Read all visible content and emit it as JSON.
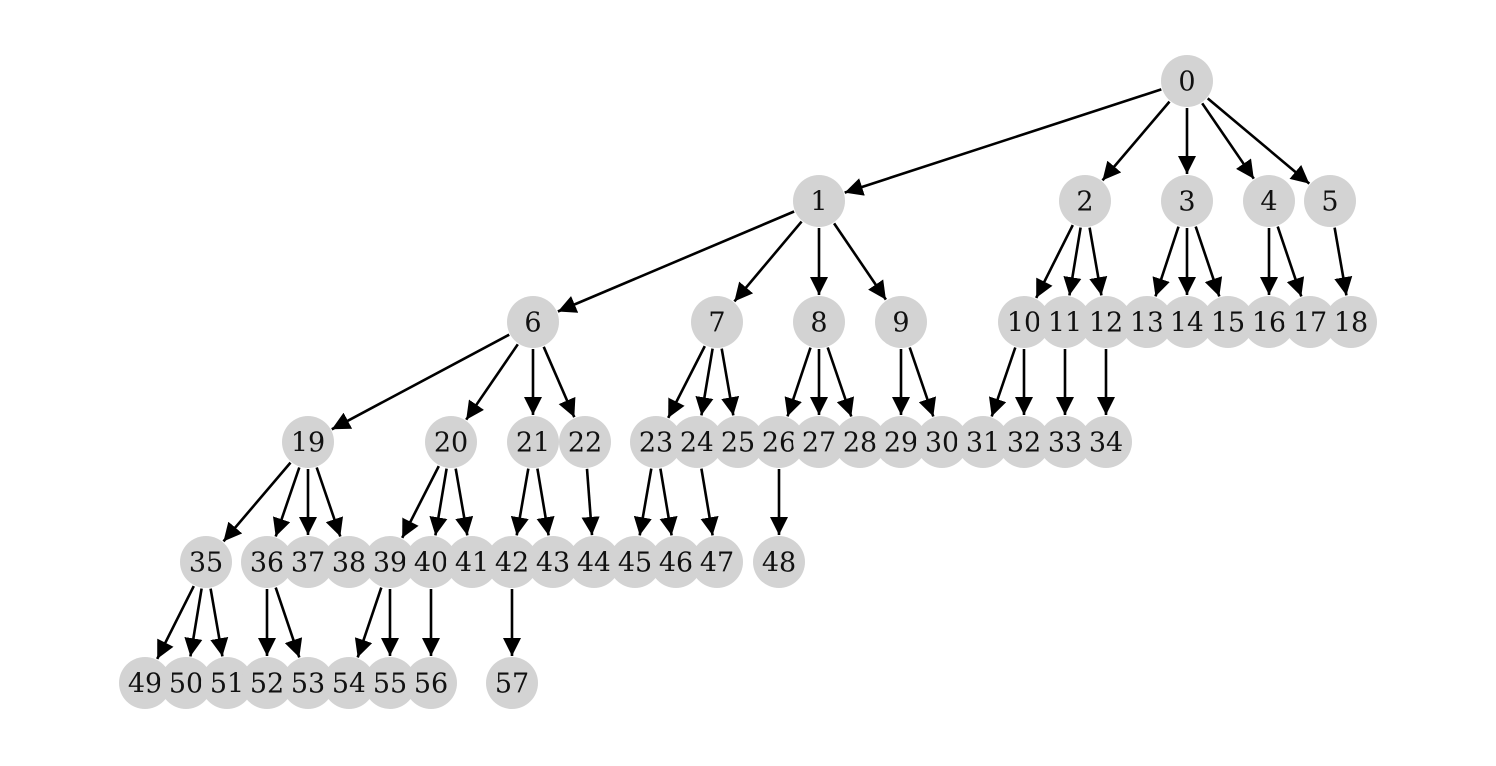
{
  "diagram": {
    "type": "tree",
    "node_color": "#d3d3d3",
    "edge_color": "#000000",
    "nodes": [
      {
        "id": 0,
        "label": "0"
      },
      {
        "id": 1,
        "label": "1"
      },
      {
        "id": 2,
        "label": "2"
      },
      {
        "id": 3,
        "label": "3"
      },
      {
        "id": 4,
        "label": "4"
      },
      {
        "id": 5,
        "label": "5"
      },
      {
        "id": 6,
        "label": "6"
      },
      {
        "id": 7,
        "label": "7"
      },
      {
        "id": 8,
        "label": "8"
      },
      {
        "id": 9,
        "label": "9"
      },
      {
        "id": 10,
        "label": "10"
      },
      {
        "id": 11,
        "label": "11"
      },
      {
        "id": 12,
        "label": "12"
      },
      {
        "id": 13,
        "label": "13"
      },
      {
        "id": 14,
        "label": "14"
      },
      {
        "id": 15,
        "label": "15"
      },
      {
        "id": 16,
        "label": "16"
      },
      {
        "id": 17,
        "label": "17"
      },
      {
        "id": 18,
        "label": "18"
      },
      {
        "id": 19,
        "label": "19"
      },
      {
        "id": 20,
        "label": "20"
      },
      {
        "id": 21,
        "label": "21"
      },
      {
        "id": 22,
        "label": "22"
      },
      {
        "id": 23,
        "label": "23"
      },
      {
        "id": 24,
        "label": "24"
      },
      {
        "id": 25,
        "label": "25"
      },
      {
        "id": 26,
        "label": "26"
      },
      {
        "id": 27,
        "label": "27"
      },
      {
        "id": 28,
        "label": "28"
      },
      {
        "id": 29,
        "label": "29"
      },
      {
        "id": 30,
        "label": "30"
      },
      {
        "id": 31,
        "label": "31"
      },
      {
        "id": 32,
        "label": "32"
      },
      {
        "id": 33,
        "label": "33"
      },
      {
        "id": 34,
        "label": "34"
      },
      {
        "id": 35,
        "label": "35"
      },
      {
        "id": 36,
        "label": "36"
      },
      {
        "id": 37,
        "label": "37"
      },
      {
        "id": 38,
        "label": "38"
      },
      {
        "id": 39,
        "label": "39"
      },
      {
        "id": 40,
        "label": "40"
      },
      {
        "id": 41,
        "label": "41"
      },
      {
        "id": 42,
        "label": "42"
      },
      {
        "id": 43,
        "label": "43"
      },
      {
        "id": 44,
        "label": "44"
      },
      {
        "id": 45,
        "label": "45"
      },
      {
        "id": 46,
        "label": "46"
      },
      {
        "id": 47,
        "label": "47"
      },
      {
        "id": 48,
        "label": "48"
      },
      {
        "id": 49,
        "label": "49"
      },
      {
        "id": 50,
        "label": "50"
      },
      {
        "id": 51,
        "label": "51"
      },
      {
        "id": 52,
        "label": "52"
      },
      {
        "id": 53,
        "label": "53"
      },
      {
        "id": 54,
        "label": "54"
      },
      {
        "id": 55,
        "label": "55"
      },
      {
        "id": 56,
        "label": "56"
      },
      {
        "id": 57,
        "label": "57"
      }
    ],
    "edges": [
      [
        0,
        1
      ],
      [
        0,
        2
      ],
      [
        0,
        3
      ],
      [
        0,
        4
      ],
      [
        0,
        5
      ],
      [
        1,
        6
      ],
      [
        1,
        7
      ],
      [
        1,
        8
      ],
      [
        1,
        9
      ],
      [
        2,
        10
      ],
      [
        2,
        11
      ],
      [
        2,
        12
      ],
      [
        3,
        13
      ],
      [
        3,
        14
      ],
      [
        3,
        15
      ],
      [
        4,
        16
      ],
      [
        4,
        17
      ],
      [
        5,
        18
      ],
      [
        6,
        19
      ],
      [
        6,
        20
      ],
      [
        6,
        21
      ],
      [
        6,
        22
      ],
      [
        7,
        23
      ],
      [
        7,
        24
      ],
      [
        7,
        25
      ],
      [
        8,
        26
      ],
      [
        8,
        27
      ],
      [
        8,
        28
      ],
      [
        9,
        29
      ],
      [
        9,
        30
      ],
      [
        10,
        31
      ],
      [
        10,
        32
      ],
      [
        11,
        33
      ],
      [
        12,
        34
      ],
      [
        19,
        35
      ],
      [
        19,
        36
      ],
      [
        19,
        37
      ],
      [
        19,
        38
      ],
      [
        20,
        39
      ],
      [
        20,
        40
      ],
      [
        20,
        41
      ],
      [
        21,
        42
      ],
      [
        21,
        43
      ],
      [
        22,
        44
      ],
      [
        23,
        45
      ],
      [
        23,
        46
      ],
      [
        24,
        47
      ],
      [
        26,
        48
      ],
      [
        35,
        49
      ],
      [
        35,
        50
      ],
      [
        35,
        51
      ],
      [
        36,
        52
      ],
      [
        36,
        53
      ],
      [
        39,
        54
      ],
      [
        39,
        55
      ],
      [
        40,
        56
      ],
      [
        42,
        57
      ]
    ]
  }
}
